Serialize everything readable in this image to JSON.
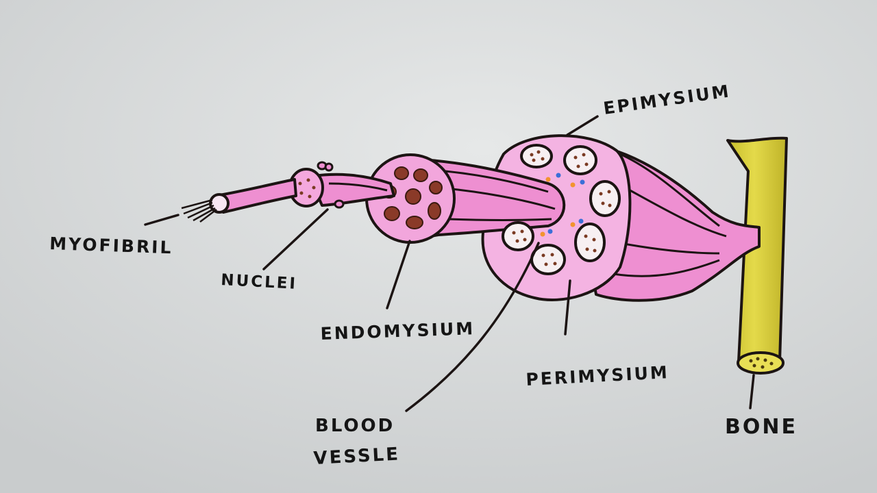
{
  "labels": {
    "myofibril": "MYOFIBRIL",
    "nuclei": "NUCLEI",
    "endomysium": "ENDOMYSIUM",
    "epimysium": "EPIMYSIUM",
    "perimysium": "PERIMYSIUM",
    "blood_vessel_line1": "BLOOD",
    "blood_vessel_line2": "VESSLE",
    "bone": "BONE"
  },
  "colors": {
    "paper": "#d9dcdc",
    "muscle_pink": "#ee8fd1",
    "muscle_pink_light": "#f6b6e3",
    "nucleus_brown": "#8a3a28",
    "bone_yellow": "#d6cc3a",
    "outline": "#1c1413",
    "vessel_orange": "#f2942e",
    "vessel_blue": "#3a6fd8"
  }
}
